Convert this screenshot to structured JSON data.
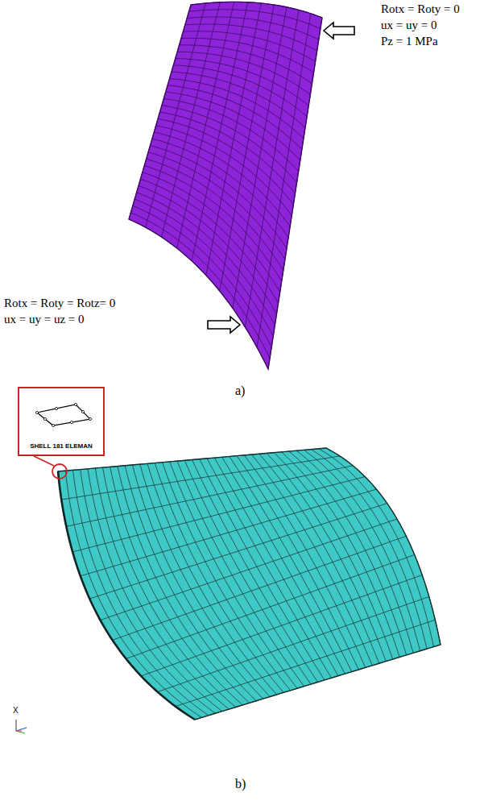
{
  "diagram": {
    "nodes": [
      {
        "text": [
          "SHELL 181 ELEMAN"
        ]
      }
    ],
    "edges": [],
    "labels": [
      "Rotx = Roty = 0",
      "ux = uy = 0",
      "Pz = 1 MPa",
      "Rotx = Roty = Rotz= 0",
      "ux = uy = uz = 0",
      "a)",
      "X",
      "b)"
    ]
  }
}
